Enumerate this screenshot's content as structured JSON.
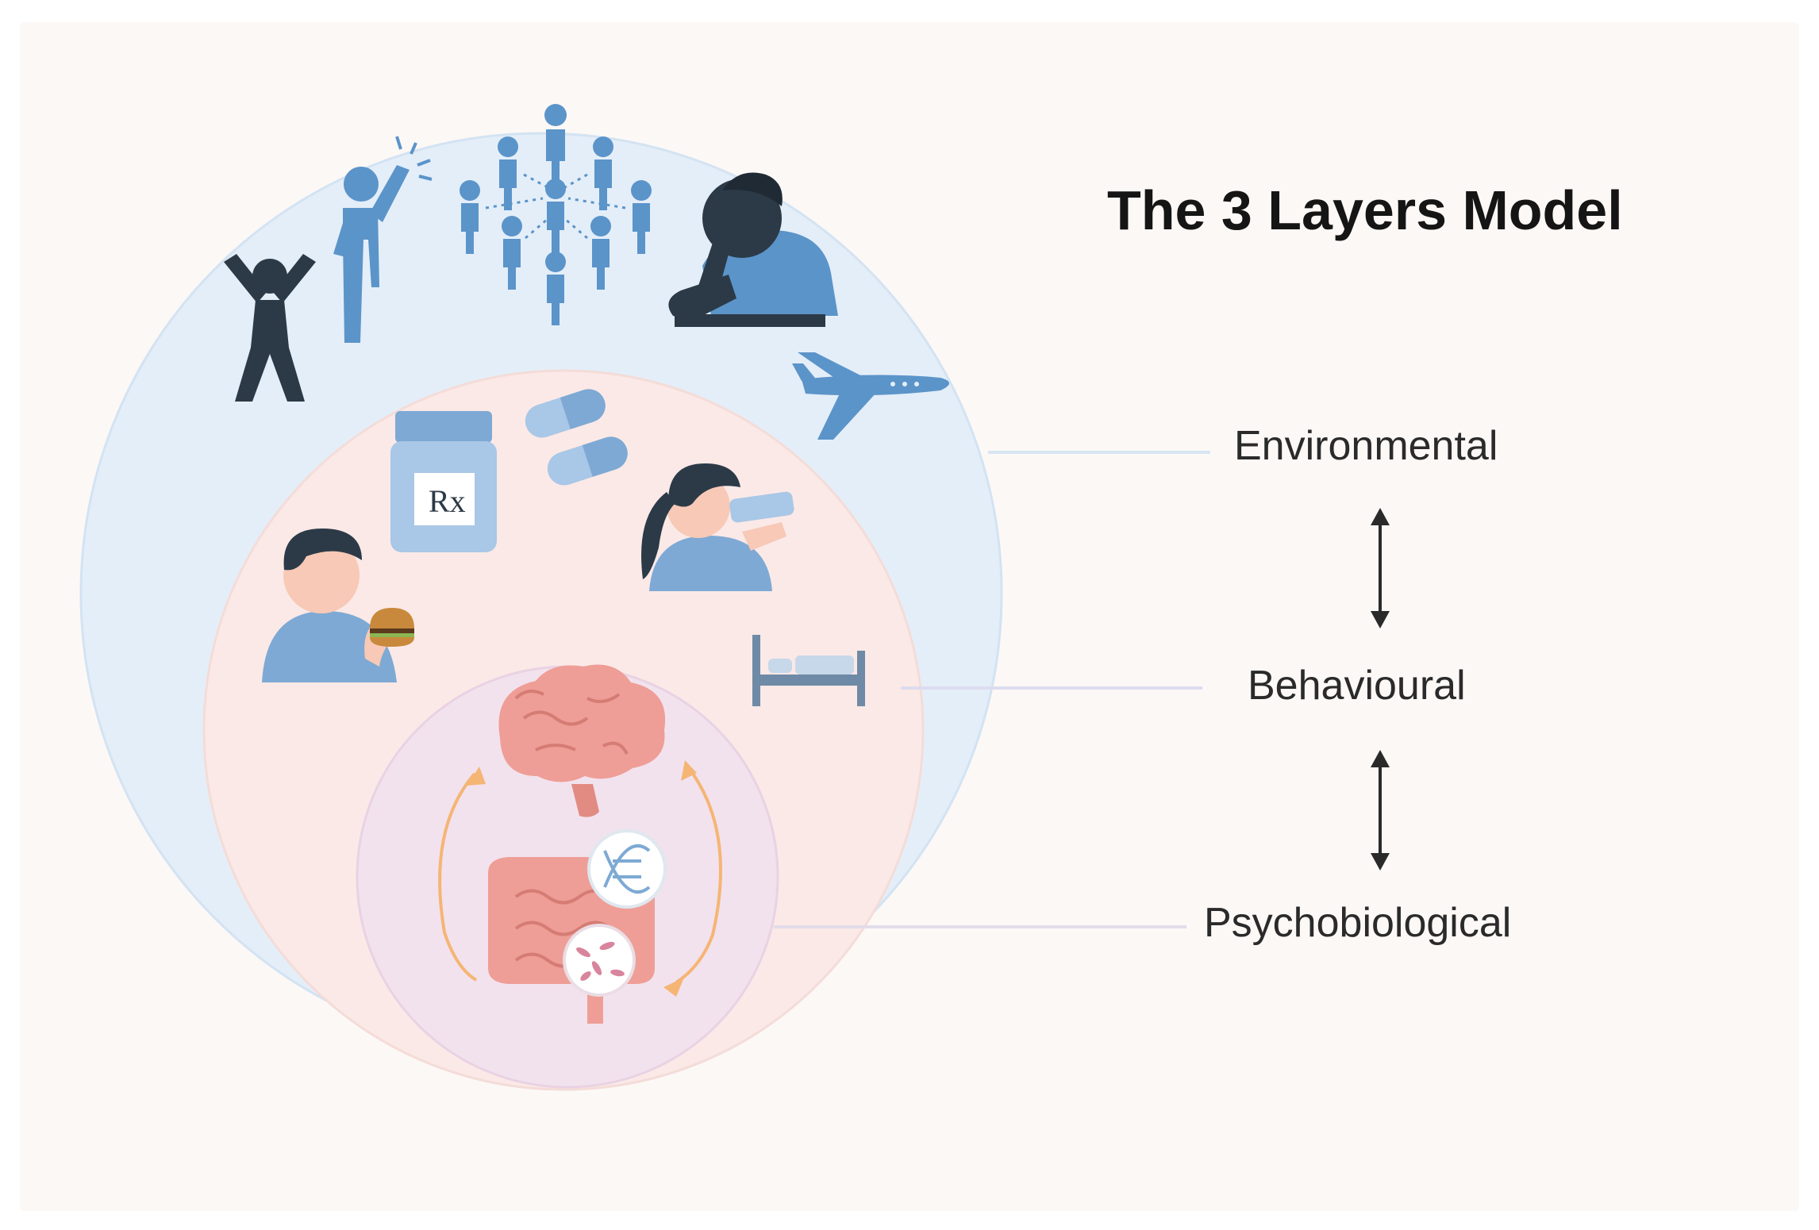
{
  "diagram": {
    "title": "The 3 Layers Model",
    "layers": [
      {
        "id": "environmental",
        "label": "Environmental",
        "color": "#e4eef8",
        "icons": [
          "person-cheering-icon",
          "person-waving-icon",
          "social-network-icon",
          "person-resting-head-icon",
          "airplane-icon"
        ]
      },
      {
        "id": "behavioural",
        "label": "Behavioural",
        "color": "#fbe9e7",
        "icons": [
          "medicine-bottle-icon",
          "pill-capsules-icon",
          "person-drinking-icon",
          "person-eating-icon",
          "bed-icon"
        ]
      },
      {
        "id": "psychobiological",
        "label": "Psychobiological",
        "color": "#f2e2ee",
        "icons": [
          "brain-icon",
          "intestine-icon",
          "dna-icon",
          "microbiome-icon",
          "cycle-arrows-icon"
        ]
      }
    ],
    "connections": [
      "double-arrow-icon",
      "double-arrow-icon"
    ],
    "rx_text": "Rx"
  },
  "colors": {
    "background": "#fcf8f6",
    "icon_blue": "#5b94c9",
    "icon_dark": "#2c3a47",
    "organ_pink": "#ee9e96",
    "cycle_orange": "#f5b574"
  }
}
